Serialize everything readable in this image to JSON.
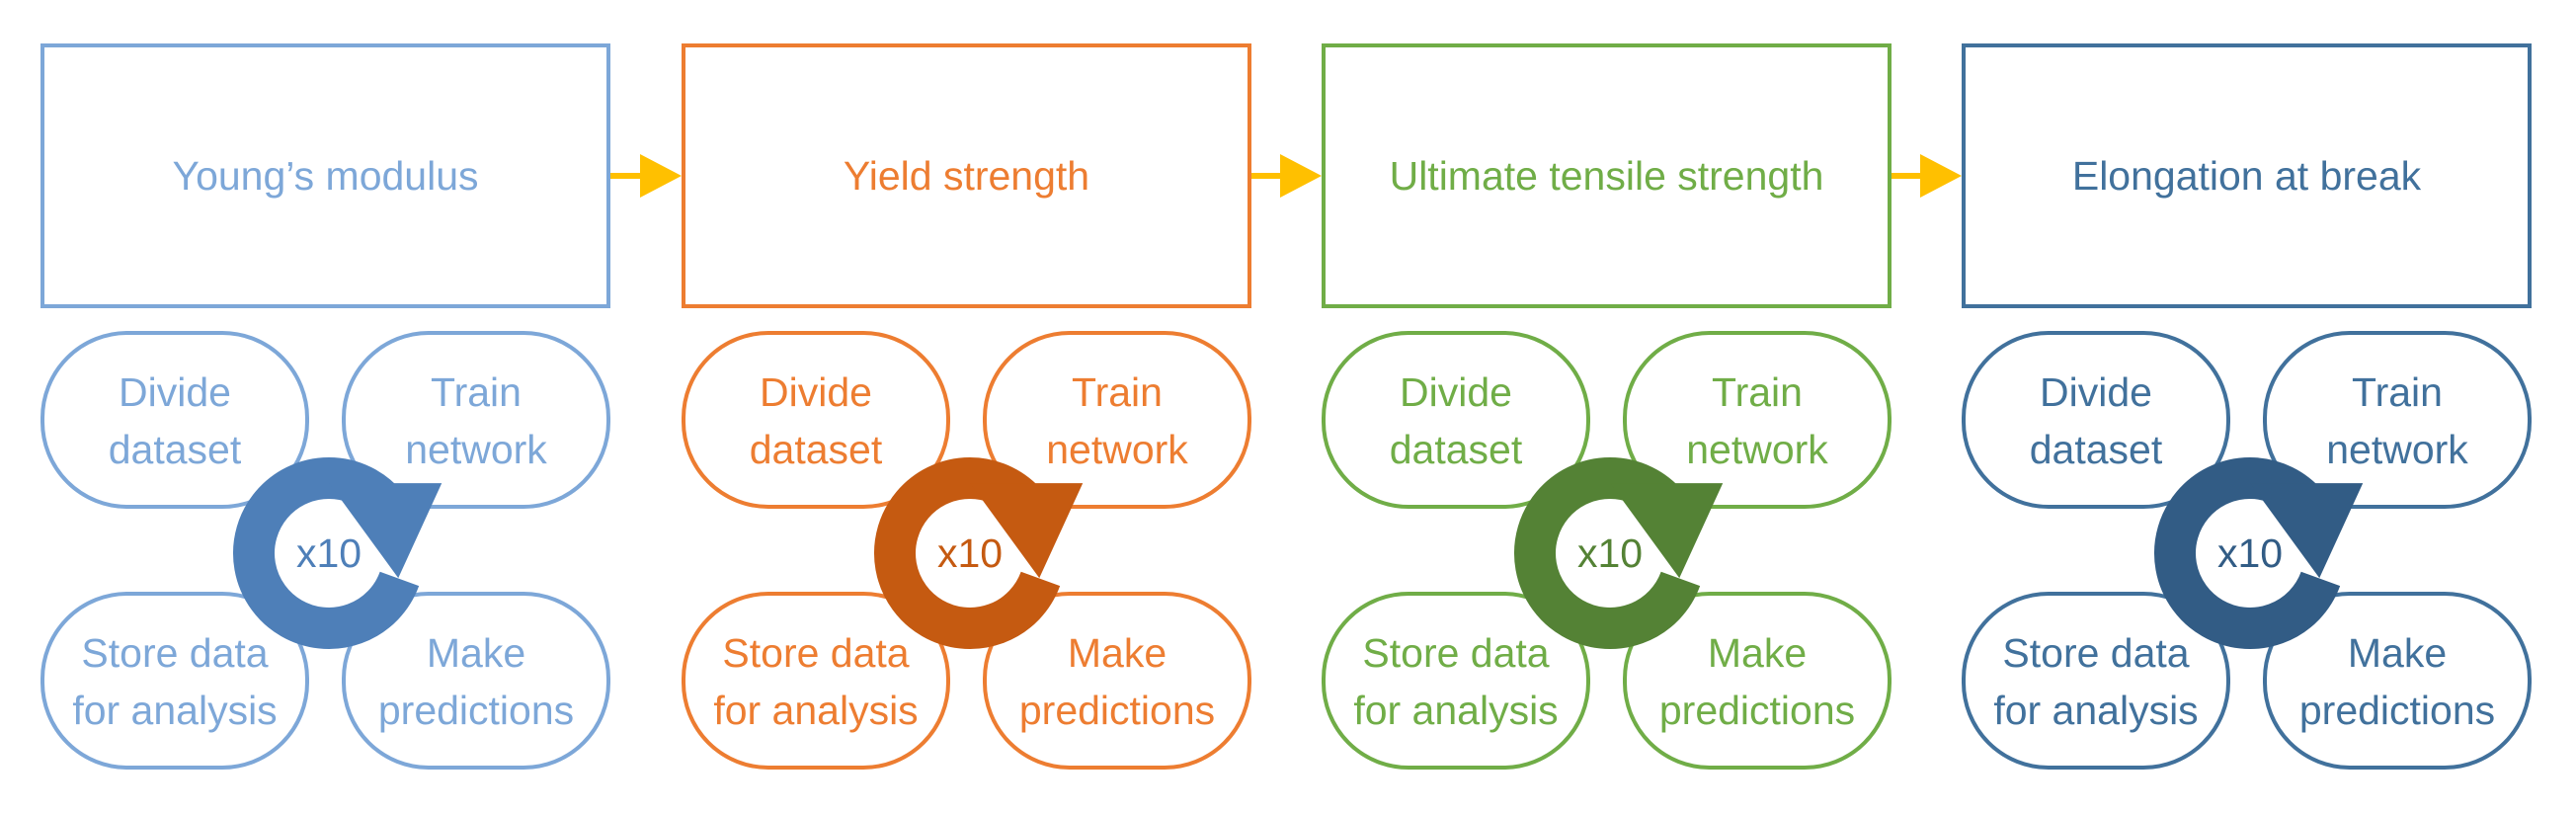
{
  "colors": {
    "arrow": "#FFC000"
  },
  "stages": [
    {
      "title": "Young’s modulus",
      "color": "#7DA7D8",
      "loop_color": "#4E7FB8",
      "steps": [
        "Divide dataset",
        "Train network",
        "Store data for analysis",
        "Make predictions"
      ],
      "loop_label": "x10"
    },
    {
      "title": "Yield strength",
      "color": "#ED7D31",
      "loop_color": "#C55A11",
      "steps": [
        "Divide dataset",
        "Train network",
        "Store data for analysis",
        "Make predictions"
      ],
      "loop_label": "x10"
    },
    {
      "title": "Ultimate tensile strength",
      "color": "#70AD47",
      "loop_color": "#548235",
      "steps": [
        "Divide dataset",
        "Train network",
        "Store data for analysis",
        "Make predictions"
      ],
      "loop_label": "x10"
    },
    {
      "title": "Elongation at break",
      "color": "#41719C",
      "loop_color": "#325C85",
      "steps": [
        "Divide dataset",
        "Train network",
        "Store data for analysis",
        "Make predictions"
      ],
      "loop_label": "x10"
    }
  ]
}
